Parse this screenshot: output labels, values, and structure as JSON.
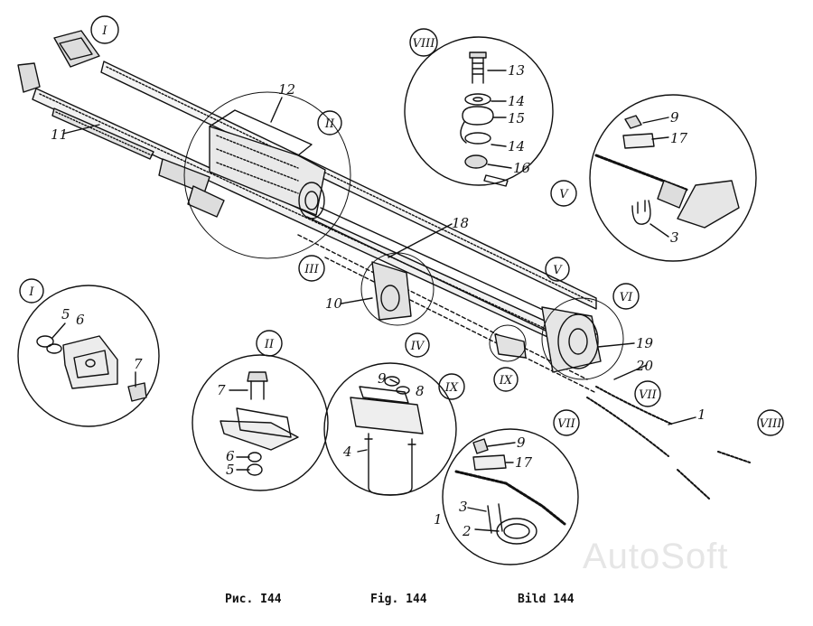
{
  "captions": {
    "ru": "Рис. I44",
    "en": "Fig. 144",
    "de": "Bild 144"
  },
  "watermark": "AutoSoft",
  "callouts": {
    "i_top": "I",
    "ii_top": "II",
    "iii": "III",
    "iv": "IV",
    "v_small": "V",
    "vi": "VI",
    "vii_small": "VII",
    "viii_small": "VIII",
    "ix_small": "IX",
    "viii_circle": "VIII",
    "v_circle": "V",
    "i_circle": "I",
    "ii_circle": "II",
    "ix_circle": "IX",
    "vii_circle": "VII"
  },
  "labels": {
    "n12": "12",
    "n11": "11",
    "n18": "18",
    "n10": "10",
    "n19": "19",
    "n20": "20",
    "n1_rail": "1",
    "n13": "13",
    "n14a": "14",
    "n15": "15",
    "n14b": "14",
    "n16": "16",
    "n9_v": "9",
    "n17_v": "17",
    "n3_v": "3",
    "n5_i": "5",
    "n6_i": "6",
    "n7_i": "7",
    "n7_ii": "7",
    "n6_ii": "6",
    "n5_ii": "5",
    "n9_ix": "9",
    "n8_ix": "8",
    "n4_ix": "4",
    "n9_vii": "9",
    "n17_vii": "17",
    "n3_vii": "3",
    "n1_vii": "1",
    "n2_vii": "2"
  }
}
